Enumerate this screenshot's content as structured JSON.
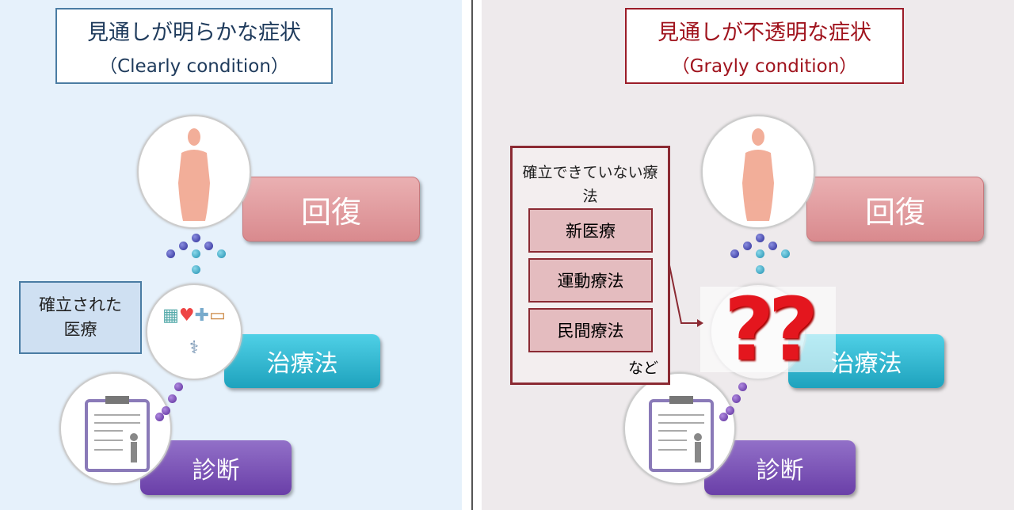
{
  "left": {
    "title": "見通しが明らかな症状",
    "subtitle": "（Clearly condition）",
    "recovery": "回復",
    "treatment": "治療法",
    "diagnosis": "診断",
    "established_label": "確立された医療"
  },
  "right": {
    "title": "見通しが不透明な症状",
    "subtitle": "（Grayly condition）",
    "recovery": "回復",
    "treatment": "治療法",
    "diagnosis": "診断",
    "unestablished_label": "確立できていない療法",
    "therapies": [
      "新医療",
      "運動療法",
      "民間療法"
    ],
    "etc": "など",
    "question_marks": "??"
  },
  "colors": {
    "left_bg": "#e6f1fb",
    "right_bg": "#eeeaec",
    "left_accent": "#4a7ca3",
    "right_accent": "#9b1c28"
  }
}
